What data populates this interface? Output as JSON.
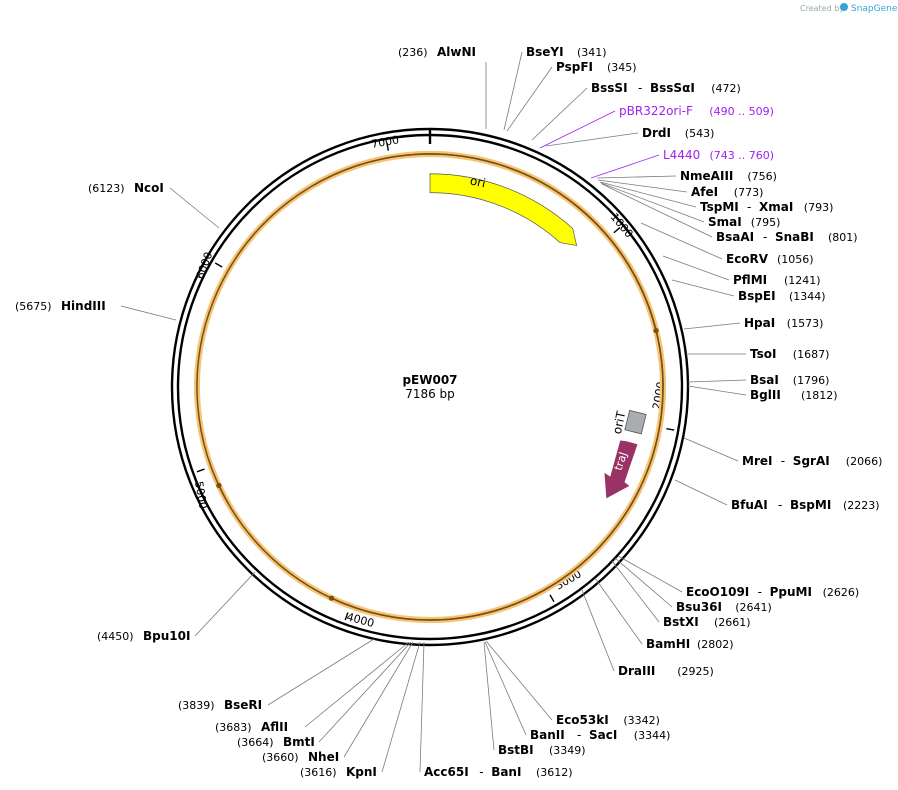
{
  "credit": {
    "prefix": "Created by",
    "brand": "SnapGene"
  },
  "plasmid": {
    "name": "pEW007",
    "length_label": "7186 bp",
    "total_bp": 7186
  },
  "ticks": [
    "1000",
    "2000",
    "3000",
    "4000",
    "5000",
    "6000",
    "7000"
  ],
  "sites": [
    {
      "name": "AlwNI",
      "pos": "(236)"
    },
    {
      "name": "BseYI",
      "pos": "(341)"
    },
    {
      "name": "PspFI",
      "pos": "(345)"
    },
    {
      "name": "BssSI",
      "name2": "BssSαI",
      "pos": "(472)"
    },
    {
      "name": "pBR322ori-F",
      "pos": "(490 .. 509)"
    },
    {
      "name": "DrdI",
      "pos": "(543)"
    },
    {
      "name": "L4440",
      "pos": "(743 .. 760)"
    },
    {
      "name": "NmeAIII",
      "pos": "(756)"
    },
    {
      "name": "AfeI",
      "pos": "(773)"
    },
    {
      "name": "TspMI",
      "name2": "XmaI",
      "pos": "(793)"
    },
    {
      "name": "SmaI",
      "pos": "(795)"
    },
    {
      "name": "BsaAI",
      "name2": "SnaBI",
      "pos": "(801)"
    },
    {
      "name": "EcoRV",
      "pos": "(1056)"
    },
    {
      "name": "PflMI",
      "pos": "(1241)"
    },
    {
      "name": "BspEI",
      "pos": "(1344)"
    },
    {
      "name": "HpaI",
      "pos": "(1573)"
    },
    {
      "name": "TsoI",
      "pos": "(1687)"
    },
    {
      "name": "BsaI",
      "pos": "(1796)"
    },
    {
      "name": "BglII",
      "pos": "(1812)"
    },
    {
      "name": "MreI",
      "name2": "SgrAI",
      "pos": "(2066)"
    },
    {
      "name": "BfuAI",
      "name2": "BspMI",
      "pos": "(2223)"
    },
    {
      "name": "EcoO109I",
      "name2": "PpuMI",
      "pos": "(2626)"
    },
    {
      "name": "Bsu36I",
      "pos": "(2641)"
    },
    {
      "name": "BstXI",
      "pos": "(2661)"
    },
    {
      "name": "BamHI",
      "pos": "(2802)"
    },
    {
      "name": "DraIII",
      "pos": "(2925)"
    },
    {
      "name": "Eco53kI",
      "pos": "(3342)"
    },
    {
      "name": "BanII",
      "name2": "SacI",
      "pos": "(3344)"
    },
    {
      "name": "BstBI",
      "pos": "(3349)"
    },
    {
      "name": "Acc65I",
      "name2": "BanI",
      "pos": "(3612)"
    },
    {
      "name": "KpnI",
      "pos": "(3616)"
    },
    {
      "name": "NheI",
      "pos": "(3660)"
    },
    {
      "name": "BmtI",
      "pos": "(3664)"
    },
    {
      "name": "AflII",
      "pos": "(3683)"
    },
    {
      "name": "BseRI",
      "pos": "(3839)"
    },
    {
      "name": "Bpu10I",
      "pos": "(4450)"
    },
    {
      "name": "HindIII",
      "pos": "(5675)"
    },
    {
      "name": "NcoI",
      "pos": "(6123)"
    }
  ],
  "features": {
    "ori": "ori",
    "oriT": "oriT",
    "traJ": "traJ"
  },
  "colors": {
    "ori": "#ffff00",
    "traJ": "#993366",
    "oriT": "#a9adb2",
    "primer": "#a020f0",
    "orf_fill": "#f5c577",
    "orf_edge": "#7a4d10"
  }
}
